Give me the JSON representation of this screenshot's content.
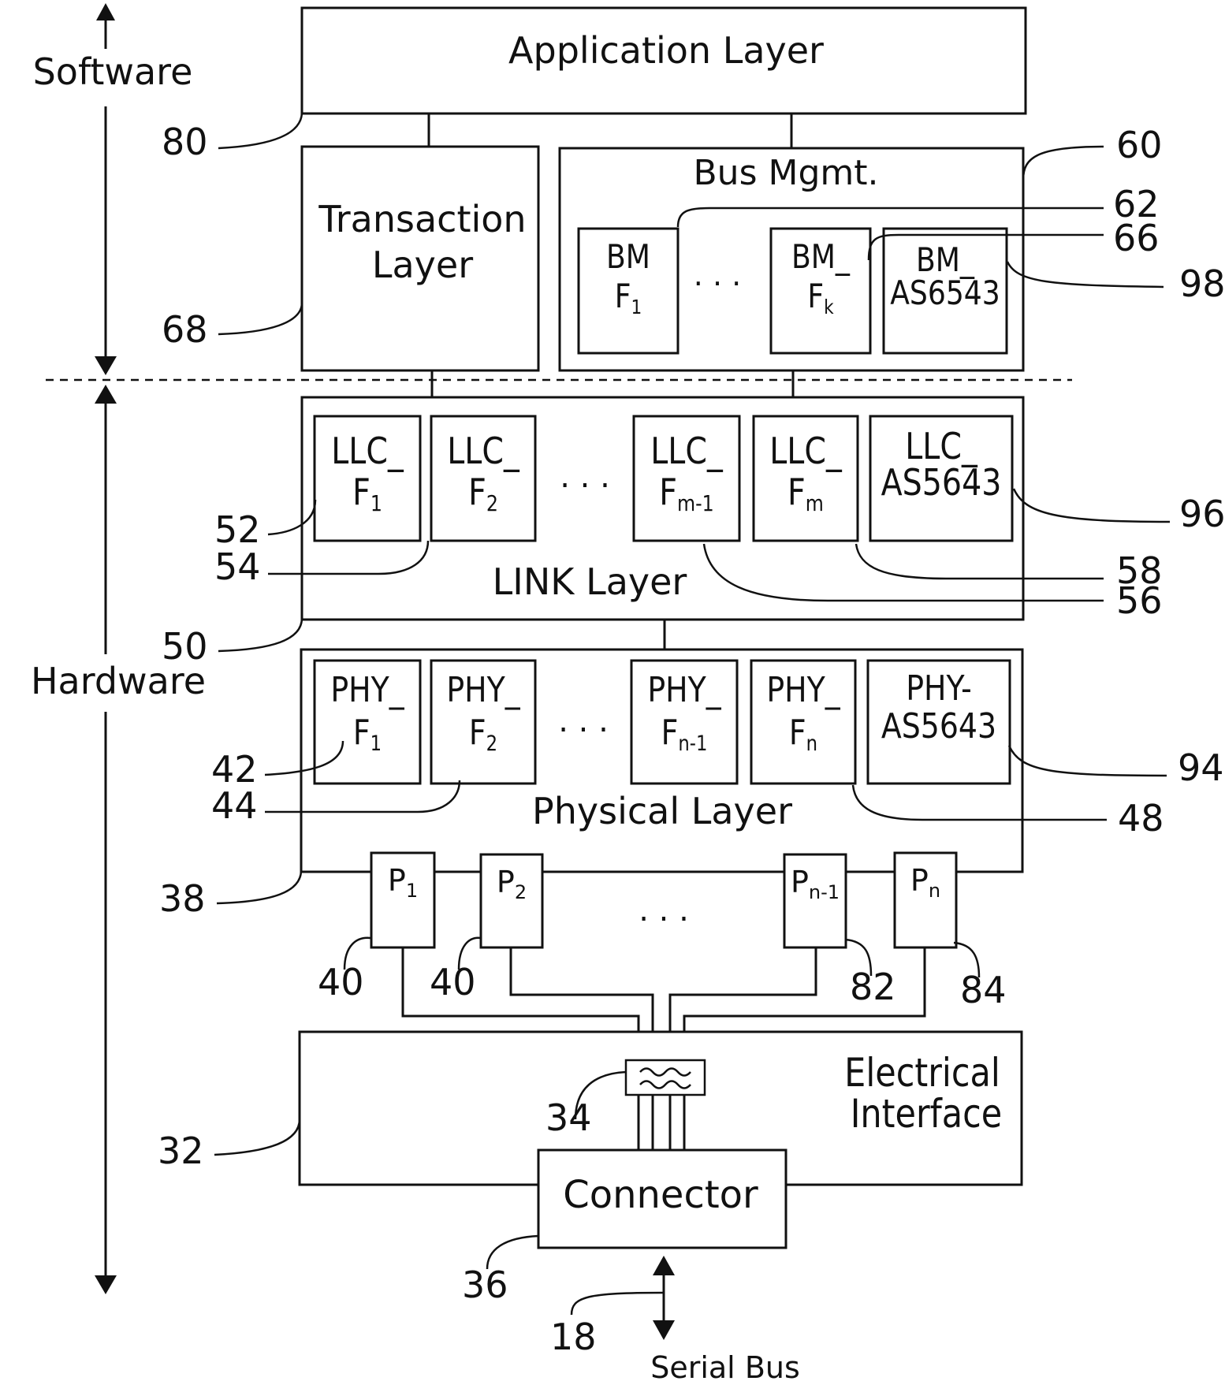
{
  "domains": {
    "software": "Software",
    "hardware": "Hardware"
  },
  "layers": {
    "application": "Application Layer",
    "transaction": [
      "Transaction",
      "Layer"
    ],
    "bus_mgmt": "Bus Mgmt.",
    "link": "LINK Layer",
    "physical": "Physical Layer",
    "electrical": [
      "Electrical",
      "Interface"
    ],
    "connector": "Connector",
    "serial_bus": "Serial Bus"
  },
  "bus_mgmt_functions": [
    {
      "line1": "BM",
      "base": "F",
      "sub": "1"
    },
    {
      "line1": "BM_",
      "base": "F",
      "sub": "k"
    },
    {
      "line1": "BM_",
      "base": "AS6543",
      "sub": ""
    }
  ],
  "link_functions": [
    {
      "line1": "LLC_",
      "base": "F",
      "sub": "1"
    },
    {
      "line1": "LLC_",
      "base": "F",
      "sub": "2"
    },
    {
      "line1": "LLC_",
      "base": "F",
      "sub": "m-1"
    },
    {
      "line1": "LLC_",
      "base": "F",
      "sub": "m"
    },
    {
      "line1": "LLC_",
      "base": "AS5643",
      "sub": ""
    }
  ],
  "phy_functions": [
    {
      "line1": "PHY_",
      "base": "F",
      "sub": "1"
    },
    {
      "line1": "PHY_",
      "base": "F",
      "sub": "2"
    },
    {
      "line1": "PHY_",
      "base": "F",
      "sub": "n-1"
    },
    {
      "line1": "PHY_",
      "base": "F",
      "sub": "n"
    },
    {
      "line1": "PHY-",
      "base": "AS5643",
      "sub": ""
    }
  ],
  "ports": [
    {
      "base": "P",
      "sub": "1"
    },
    {
      "base": "P",
      "sub": "2"
    },
    {
      "base": "P",
      "sub": "n-1"
    },
    {
      "base": "P",
      "sub": "n"
    }
  ],
  "ellipsis": ". . .",
  "refs": {
    "application": "80",
    "bus_mgmt": "60",
    "bm_f1": "62",
    "bm_fk": "66",
    "bm_as": "98",
    "transaction": "68",
    "llc_f1": "52",
    "llc_f2": "54",
    "link": "50",
    "llc_as": "96",
    "llc_fm": "58",
    "llc_fm1": "56",
    "phy_f1": "42",
    "phy_f2": "44",
    "phy_as": "94",
    "phy_fn": "48",
    "physical": "38",
    "port1": "40",
    "port2": "40",
    "port_n1": "82",
    "port_n": "84",
    "transformer": "34",
    "electrical": "32",
    "connector": "36",
    "serial_bus": "18"
  }
}
